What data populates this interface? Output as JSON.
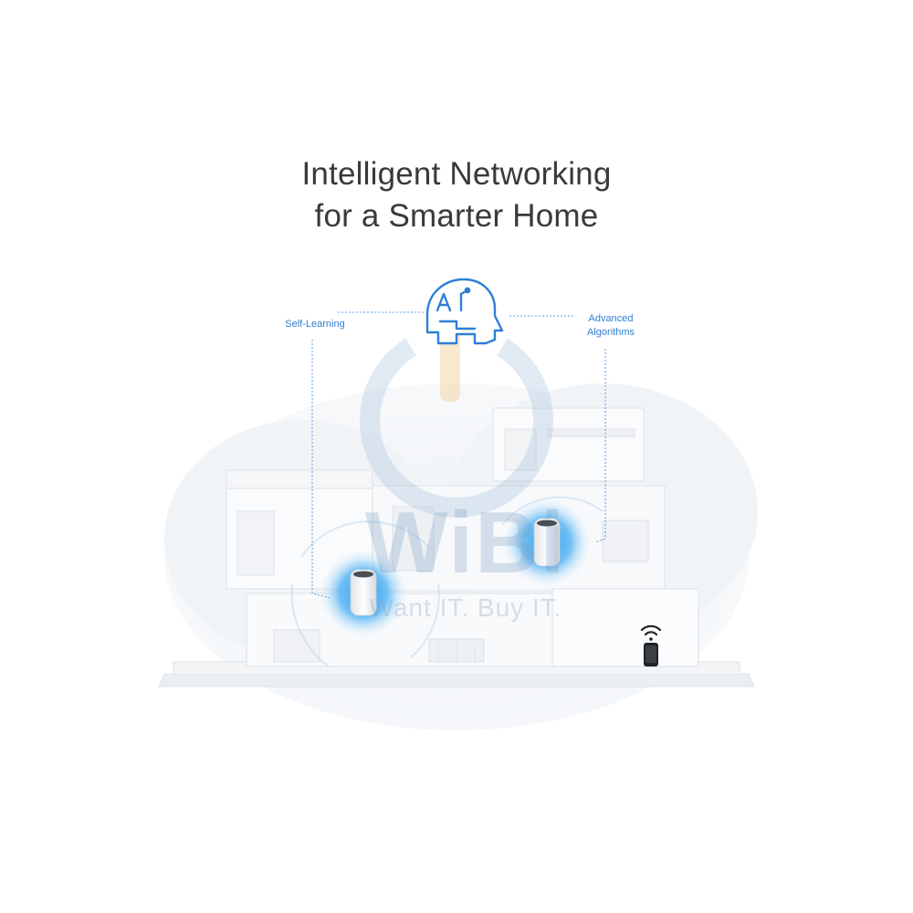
{
  "headline": {
    "line1": "Intelligent Networking",
    "line2": "for a Smarter Home"
  },
  "labels": {
    "self_learning": "Self-Learning",
    "advanced_line1": "Advanced",
    "advanced_line2": "Algorithms"
  },
  "ai_icon": {
    "letters": "AI"
  },
  "watermark": {
    "brand": "WiBi",
    "tagline": "Want IT. Buy IT."
  },
  "colors": {
    "accent_blue": "#2f7fd6",
    "glow_blue": "#4aa8ee",
    "headline": "#3a3a3a",
    "house": "#f4f6f8"
  }
}
